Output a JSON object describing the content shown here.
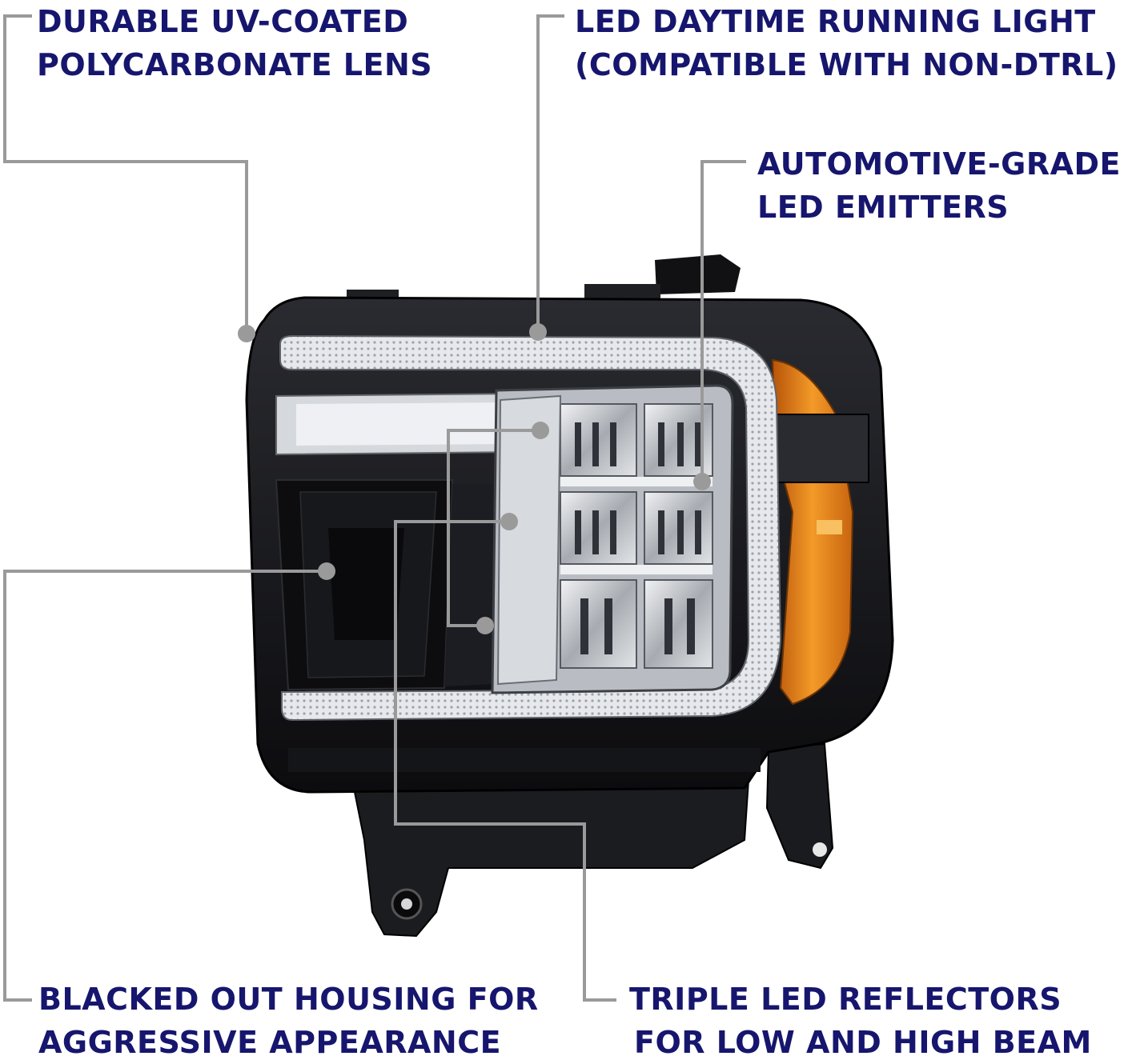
{
  "colors": {
    "label_text": "#16166e",
    "leader_line": "#9a9a9a",
    "housing": "#111114",
    "lens_chrome": "#cfd2d6",
    "drl_strip": "#e4e6ea",
    "amber_marker": "#e07a0e"
  },
  "callouts": {
    "lens": {
      "line1": "DURABLE UV-COATED",
      "line2": "POLYCARBONATE LENS"
    },
    "drl": {
      "line1": "LED DAYTIME RUNNING LIGHT",
      "line2": "(COMPATIBLE WITH NON-DTRL)"
    },
    "emitters": {
      "line1": "AUTOMOTIVE-GRADE",
      "line2": "LED EMITTERS"
    },
    "housing": {
      "line1": "BLACKED OUT HOUSING FOR",
      "line2": "AGGRESSIVE APPEARANCE"
    },
    "reflectors": {
      "line1": "TRIPLE LED REFLECTORS",
      "line2": "FOR LOW AND HIGH BEAM"
    }
  }
}
